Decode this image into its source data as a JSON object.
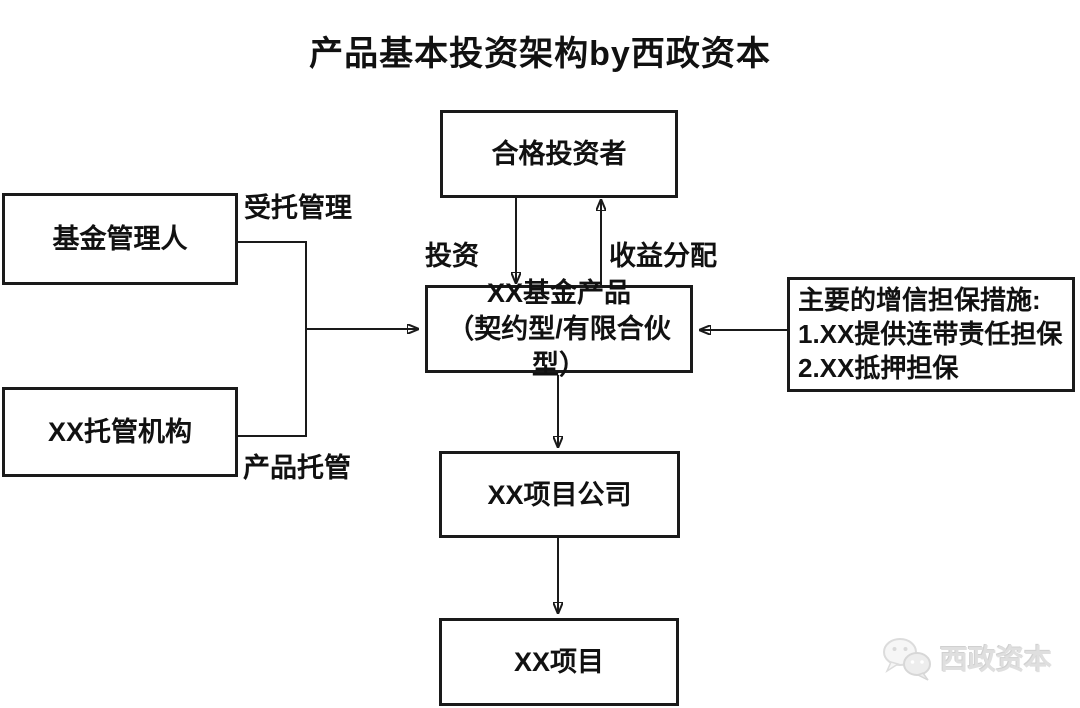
{
  "title": "产品基本投资架构by西政资本",
  "nodes": {
    "qualified_investors": {
      "label": "合格投资者"
    },
    "fund_manager": {
      "label": "基金管理人"
    },
    "custodian": {
      "label": "XX托管机构"
    },
    "fund_product": {
      "line1": "XX基金产品",
      "line2": "（契约型/有限合伙型）"
    },
    "guarantee": {
      "line1": "主要的增信担保措施:",
      "line2": "1.XX提供连带责任担保",
      "line3": "2.XX抵押担保"
    },
    "project_company": {
      "label": "XX项目公司"
    },
    "project": {
      "label": "XX项目"
    }
  },
  "edges": {
    "entrusted_management": "受托管理",
    "investment": "投资",
    "income_distribution": "收益分配",
    "product_custody": "产品托管"
  },
  "watermark": {
    "brand": "西政资本"
  },
  "colors": {
    "stroke": "#1a1a1a",
    "background": "#ffffff",
    "watermark_text": "#dfdfdf"
  }
}
